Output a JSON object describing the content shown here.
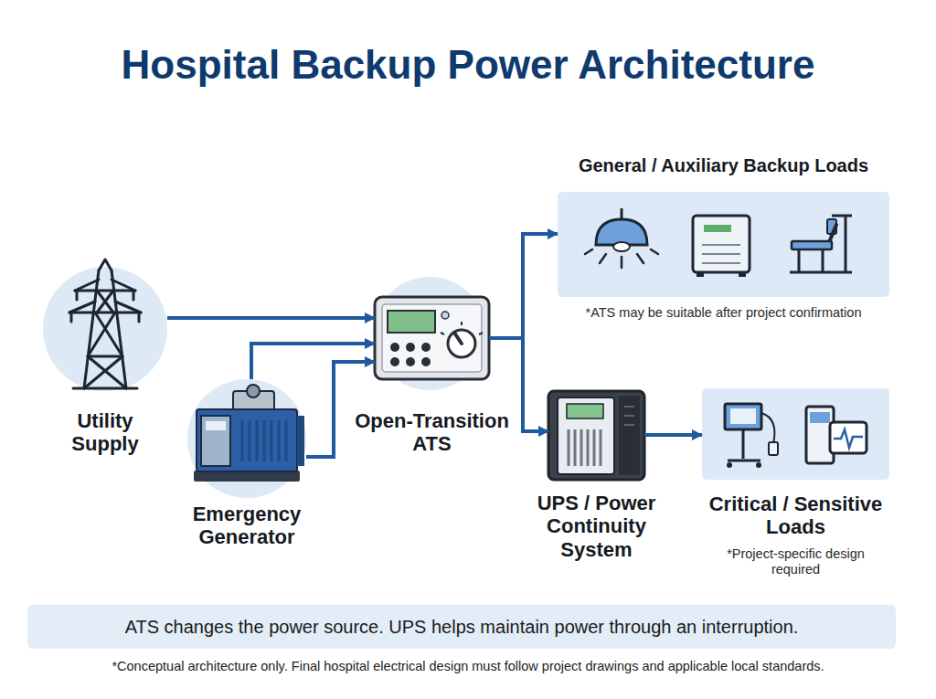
{
  "diagram": {
    "title": "Hospital Backup Power Architecture",
    "caption": "*Conceptual architecture only. Final hospital electrical design must follow project drawings and applicable local standards.",
    "nodes": [
      {
        "text": [
          "Utility Supply"
        ]
      },
      {
        "text": [
          "Emergency Generator"
        ]
      },
      {
        "text": [
          "Open-Transition ATS"
        ]
      },
      {
        "text": [
          "General / Auxiliary Backup Loads",
          "*ATS may be suitable after project confirmation"
        ]
      },
      {
        "text": [
          "UPS / Power Continuity System"
        ]
      },
      {
        "text": [
          "Critical / Sensitive Loads",
          "*Project-specific design required"
        ]
      },
      {
        "text": [
          "ATS changes the power source. UPS helps maintain power through an interruption."
        ]
      }
    ],
    "edges": [
      {
        "from": 0,
        "to": 2,
        "arrow": "to"
      },
      {
        "from": 1,
        "to": 2,
        "arrow": "to"
      },
      {
        "from": 1,
        "to": 2,
        "arrow": "to"
      },
      {
        "from": 2,
        "to": 3,
        "arrow": "to"
      },
      {
        "from": 2,
        "to": 4,
        "arrow": "to"
      },
      {
        "from": 4,
        "to": 5,
        "arrow": "to"
      }
    ]
  }
}
